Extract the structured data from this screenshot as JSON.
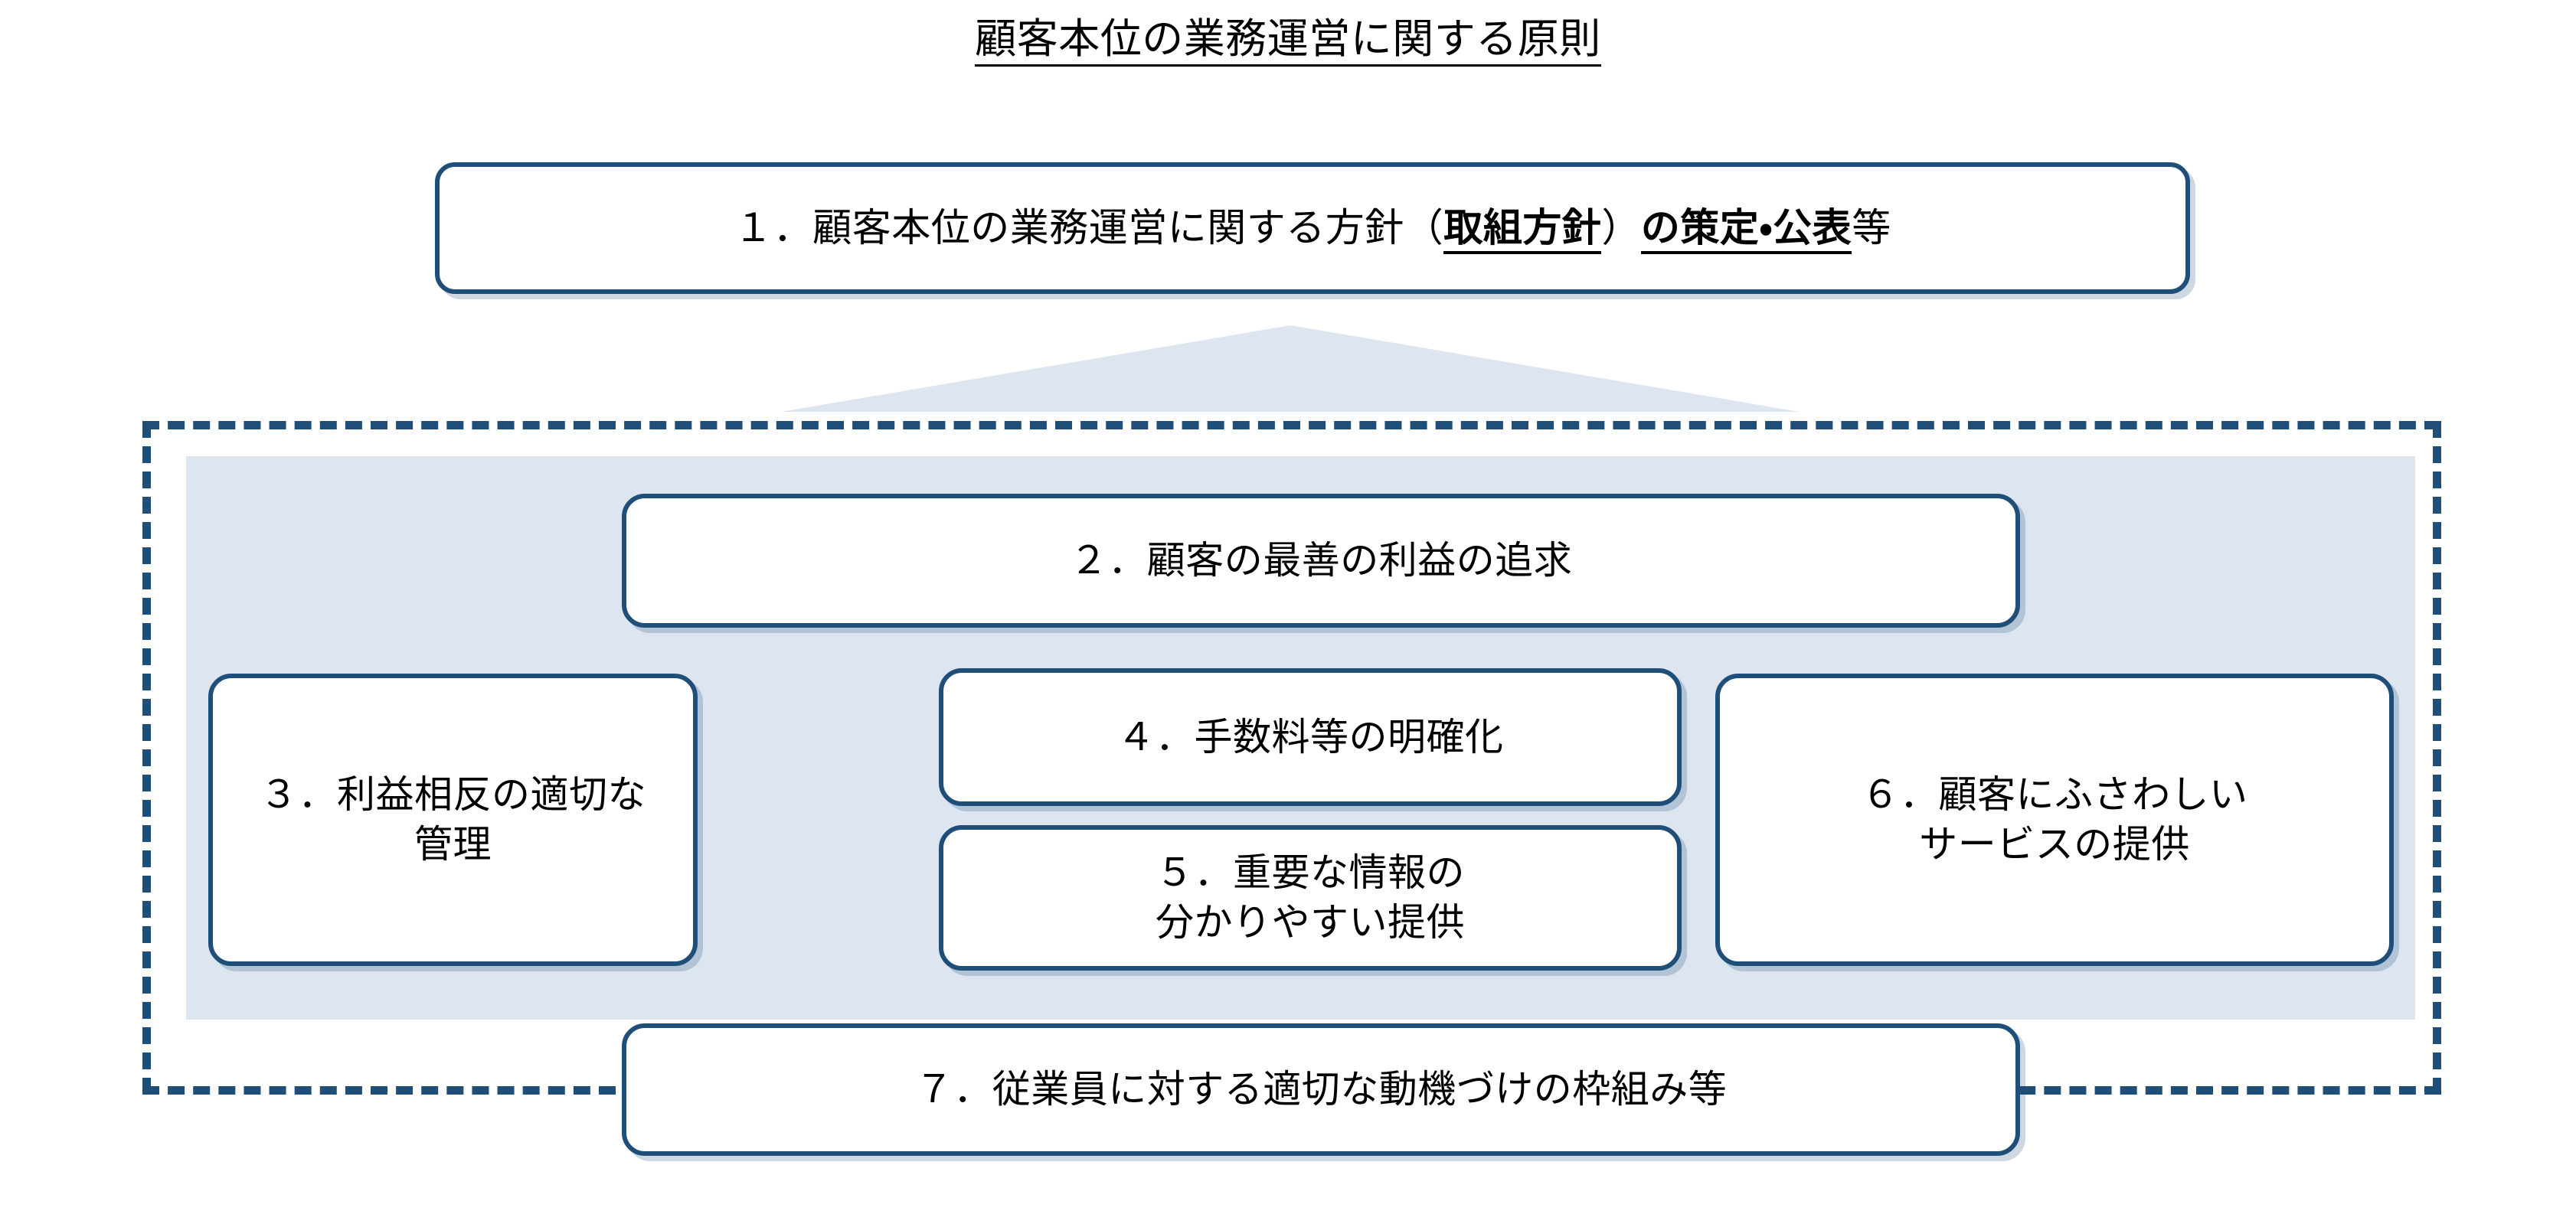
{
  "title": {
    "text": "顧客本位の業務運営に関する原則",
    "underlined": true
  },
  "colors": {
    "border_blue": "#1f4e79",
    "panel_fill": "#dde5f0",
    "chevron_fill": "#dde5f0",
    "box_fill": "#ffffff",
    "text": "#000000"
  },
  "principles": [
    {
      "id": 1,
      "number": "１．",
      "segments": [
        {
          "text": "顧客本位の業務運営に関する方針（",
          "emphasis": false
        },
        {
          "text": "取組方針",
          "emphasis": true
        },
        {
          "text": "）",
          "emphasis": false
        },
        {
          "text": "の策定・公表",
          "emphasis": true
        },
        {
          "text": "等",
          "emphasis": false
        }
      ],
      "plain_text": "１．顧客本位の業務運営に関する方針（取組方針）の策定・公表等"
    },
    {
      "id": 2,
      "lines": [
        "２．顧客の最善の利益の追求"
      ]
    },
    {
      "id": 3,
      "lines": [
        "３．利益相反の適切な",
        "管理"
      ]
    },
    {
      "id": 4,
      "lines": [
        "４．手数料等の明確化"
      ]
    },
    {
      "id": 5,
      "lines": [
        "５．重要な情報の",
        "分かりやすい提供"
      ]
    },
    {
      "id": 6,
      "lines": [
        "６．顧客にふさわしい",
        "サービスの提供"
      ]
    },
    {
      "id": 7,
      "lines": [
        "７．従業員に対する適切な動機づけの枠組み等"
      ]
    }
  ],
  "boxes": {
    "box1_line1": "１．顧客本位の業務運営に関する方針（",
    "box1_emph1": "取組方針",
    "box1_mid": "）",
    "box1_emph2": "の策定・公表",
    "box1_tail": "等",
    "box2_line1": "２．顧客の最善の利益の追求",
    "box3_line1": "３．利益相反の適切な",
    "box3_line2": "管理",
    "box4_line1": "４．手数料等の明確化",
    "box5_line1": "５．重要な情報の",
    "box5_line2": "分かりやすい提供",
    "box6_line1": "６．顧客にふさわしい",
    "box6_line2": "サービスの提供",
    "box7_line1": "７．従業員に対する適切な動機づけの枠組み等"
  },
  "shapes": {
    "chevron_name": "up-arrow-chevron",
    "dashed_container_name": "dashed-grouping-frame",
    "inner_panel_name": "light-blue-backdrop"
  }
}
